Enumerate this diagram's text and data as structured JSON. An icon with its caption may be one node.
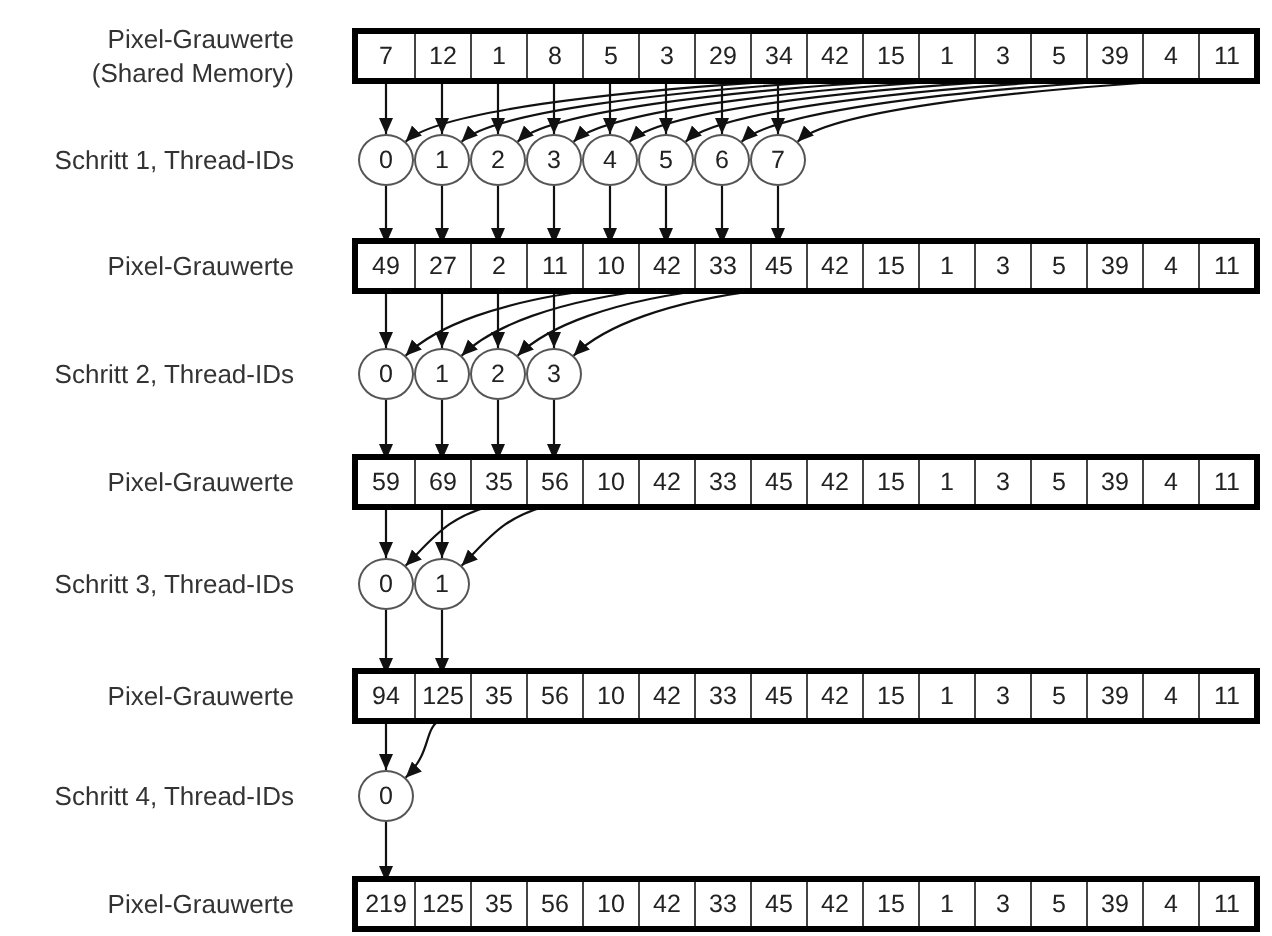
{
  "diagram": {
    "nodes": [
      {
        "text": [],
        "shape": "box"
      },
      {
        "text": [
          "7"
        ],
        "in": 0
      },
      {
        "text": [
          "12"
        ],
        "in": 0
      },
      {
        "text": [
          "1"
        ],
        "in": 0
      },
      {
        "text": [
          "8"
        ],
        "in": 0
      },
      {
        "text": [
          "5"
        ],
        "in": 0
      },
      {
        "text": [
          "3"
        ],
        "in": 0
      },
      {
        "text": [
          "29"
        ],
        "in": 0
      },
      {
        "text": [
          "34"
        ],
        "in": 0
      },
      {
        "text": [
          "42"
        ],
        "in": 0
      },
      {
        "text": [
          "15"
        ],
        "in": 0
      },
      {
        "text": [
          "1"
        ],
        "in": 0
      },
      {
        "text": [
          "3"
        ],
        "in": 0
      },
      {
        "text": [
          "5"
        ],
        "in": 0
      },
      {
        "text": [
          "39"
        ],
        "in": 0
      },
      {
        "text": [
          "4"
        ],
        "in": 0
      },
      {
        "text": [
          "11"
        ],
        "in": 0
      },
      {
        "text": [
          "0"
        ]
      },
      {
        "text": [
          "1"
        ]
      },
      {
        "text": [
          "2"
        ]
      },
      {
        "text": [
          "3"
        ]
      },
      {
        "text": [
          "4"
        ]
      },
      {
        "text": [
          "5"
        ]
      },
      {
        "text": [
          "6"
        ]
      },
      {
        "text": [
          "7"
        ]
      },
      {
        "text": [],
        "shape": "box"
      },
      {
        "text": [
          "49"
        ],
        "in": 25
      },
      {
        "text": [
          "27"
        ],
        "in": 25
      },
      {
        "text": [
          "2"
        ],
        "in": 25
      },
      {
        "text": [
          "11"
        ],
        "in": 25
      },
      {
        "text": [
          "10"
        ],
        "in": 25
      },
      {
        "text": [
          "42"
        ],
        "in": 25
      },
      {
        "text": [
          "33"
        ],
        "in": 25
      },
      {
        "text": [
          "45"
        ],
        "in": 25
      },
      {
        "text": [
          "42"
        ],
        "in": 25
      },
      {
        "text": [
          "15"
        ],
        "in": 25
      },
      {
        "text": [
          "1"
        ],
        "in": 25
      },
      {
        "text": [
          "3"
        ],
        "in": 25
      },
      {
        "text": [
          "5"
        ],
        "in": 25
      },
      {
        "text": [
          "39"
        ],
        "in": 25
      },
      {
        "text": [
          "4"
        ],
        "in": 25
      },
      {
        "text": [
          "11"
        ],
        "in": 25
      },
      {
        "text": [
          "0"
        ]
      },
      {
        "text": [
          "1"
        ]
      },
      {
        "text": [
          "2"
        ]
      },
      {
        "text": [
          "3"
        ]
      },
      {
        "text": [],
        "shape": "box"
      },
      {
        "text": [
          "59"
        ],
        "in": 46
      },
      {
        "text": [
          "69"
        ],
        "in": 46
      },
      {
        "text": [
          "35"
        ],
        "in": 46
      },
      {
        "text": [
          "56"
        ],
        "in": 46
      },
      {
        "text": [
          "10"
        ],
        "in": 46
      },
      {
        "text": [
          "42"
        ],
        "in": 46
      },
      {
        "text": [
          "33"
        ],
        "in": 46
      },
      {
        "text": [
          "45"
        ],
        "in": 46
      },
      {
        "text": [
          "42"
        ],
        "in": 46
      },
      {
        "text": [
          "15"
        ],
        "in": 46
      },
      {
        "text": [
          "1"
        ],
        "in": 46
      },
      {
        "text": [
          "3"
        ],
        "in": 46
      },
      {
        "text": [
          "5"
        ],
        "in": 46
      },
      {
        "text": [
          "39"
        ],
        "in": 46
      },
      {
        "text": [
          "4"
        ],
        "in": 46
      },
      {
        "text": [
          "11"
        ],
        "in": 46
      },
      {
        "text": [
          "0"
        ]
      },
      {
        "text": [
          "1"
        ]
      },
      {
        "text": [],
        "shape": "box"
      },
      {
        "text": [
          "94"
        ],
        "in": 65
      },
      {
        "text": [
          "125"
        ],
        "in": 65
      },
      {
        "text": [
          "35"
        ],
        "in": 65
      },
      {
        "text": [
          "56"
        ],
        "in": 65
      },
      {
        "text": [
          "10"
        ],
        "in": 65
      },
      {
        "text": [
          "42"
        ],
        "in": 65
      },
      {
        "text": [
          "33"
        ],
        "in": 65
      },
      {
        "text": [
          "45"
        ],
        "in": 65
      },
      {
        "text": [
          "42"
        ],
        "in": 65
      },
      {
        "text": [
          "15"
        ],
        "in": 65
      },
      {
        "text": [
          "1"
        ],
        "in": 65
      },
      {
        "text": [
          "3"
        ],
        "in": 65
      },
      {
        "text": [
          "5"
        ],
        "in": 65
      },
      {
        "text": [
          "39"
        ],
        "in": 65
      },
      {
        "text": [
          "4"
        ],
        "in": 65
      },
      {
        "text": [
          "11"
        ],
        "in": 65
      },
      {
        "text": [
          "0"
        ]
      },
      {
        "text": [],
        "shape": "box"
      },
      {
        "text": [
          "219"
        ],
        "in": 83
      },
      {
        "text": [
          "125"
        ],
        "in": 83
      },
      {
        "text": [
          "35"
        ],
        "in": 83
      },
      {
        "text": [
          "56"
        ],
        "in": 83
      },
      {
        "text": [
          "10"
        ],
        "in": 83
      },
      {
        "text": [
          "42"
        ],
        "in": 83
      },
      {
        "text": [
          "33"
        ],
        "in": 83
      },
      {
        "text": [
          "45"
        ],
        "in": 83
      },
      {
        "text": [
          "42"
        ],
        "in": 83
      },
      {
        "text": [
          "15"
        ],
        "in": 83
      },
      {
        "text": [
          "1"
        ],
        "in": 83
      },
      {
        "text": [
          "3"
        ],
        "in": 83
      },
      {
        "text": [
          "5"
        ],
        "in": 83
      },
      {
        "text": [
          "39"
        ],
        "in": 83
      },
      {
        "text": [
          "4"
        ],
        "in": 83
      },
      {
        "text": [
          "11"
        ],
        "in": 83
      }
    ],
    "edges": [
      {
        "from": 1,
        "to": 17,
        "arrow": "to"
      },
      {
        "from": 9,
        "to": 17,
        "arrow": "to"
      },
      {
        "from": 2,
        "to": 18,
        "arrow": "to"
      },
      {
        "from": 10,
        "to": 18,
        "arrow": "to"
      },
      {
        "from": 3,
        "to": 19,
        "arrow": "to"
      },
      {
        "from": 11,
        "to": 19,
        "arrow": "to"
      },
      {
        "from": 4,
        "to": 20,
        "arrow": "to"
      },
      {
        "from": 12,
        "to": 20,
        "arrow": "to"
      },
      {
        "from": 5,
        "to": 21,
        "arrow": "to"
      },
      {
        "from": 13,
        "to": 21,
        "arrow": "to"
      },
      {
        "from": 6,
        "to": 22,
        "arrow": "to"
      },
      {
        "from": 14,
        "to": 22,
        "arrow": "to"
      },
      {
        "from": 7,
        "to": 23,
        "arrow": "to"
      },
      {
        "from": 15,
        "to": 23,
        "arrow": "to"
      },
      {
        "from": 8,
        "to": 24,
        "arrow": "to"
      },
      {
        "from": 16,
        "to": 24,
        "arrow": "to"
      },
      {
        "from": 17,
        "to": 26,
        "arrow": "to"
      },
      {
        "from": 18,
        "to": 27,
        "arrow": "to"
      },
      {
        "from": 19,
        "to": 28,
        "arrow": "to"
      },
      {
        "from": 20,
        "to": 29,
        "arrow": "to"
      },
      {
        "from": 21,
        "to": 30,
        "arrow": "to"
      },
      {
        "from": 22,
        "to": 31,
        "arrow": "to"
      },
      {
        "from": 23,
        "to": 32,
        "arrow": "to"
      },
      {
        "from": 24,
        "to": 33,
        "arrow": "to"
      },
      {
        "from": 26,
        "to": 42,
        "arrow": "to"
      },
      {
        "from": 30,
        "to": 42,
        "arrow": "to"
      },
      {
        "from": 27,
        "to": 43,
        "arrow": "to"
      },
      {
        "from": 31,
        "to": 43,
        "arrow": "to"
      },
      {
        "from": 28,
        "to": 44,
        "arrow": "to"
      },
      {
        "from": 32,
        "to": 44,
        "arrow": "to"
      },
      {
        "from": 29,
        "to": 45,
        "arrow": "to"
      },
      {
        "from": 33,
        "to": 45,
        "arrow": "to"
      },
      {
        "from": 42,
        "to": 47,
        "arrow": "to"
      },
      {
        "from": 43,
        "to": 48,
        "arrow": "to"
      },
      {
        "from": 44,
        "to": 49,
        "arrow": "to"
      },
      {
        "from": 45,
        "to": 50,
        "arrow": "to"
      },
      {
        "from": 47,
        "to": 63,
        "arrow": "to"
      },
      {
        "from": 49,
        "to": 63,
        "arrow": "to"
      },
      {
        "from": 48,
        "to": 64,
        "arrow": "to"
      },
      {
        "from": 50,
        "to": 64,
        "arrow": "to"
      },
      {
        "from": 63,
        "to": 66,
        "arrow": "to"
      },
      {
        "from": 64,
        "to": 67,
        "arrow": "to"
      },
      {
        "from": 66,
        "to": 82,
        "arrow": "to"
      },
      {
        "from": 67,
        "to": 82,
        "arrow": "to"
      },
      {
        "from": 82,
        "to": 84,
        "arrow": "to"
      }
    ],
    "labels": [
      "Pixel-Grauwerte (Shared Memory)",
      "Schritt 1, Thread-IDs",
      "Pixel-Grauwerte",
      "Schritt 2, Thread-IDs",
      "Pixel-Grauwerte",
      "Schritt 3, Thread-IDs",
      "Pixel-Grauwerte",
      "Schritt 4, Thread-IDs",
      "Pixel-Grauwerte"
    ]
  }
}
